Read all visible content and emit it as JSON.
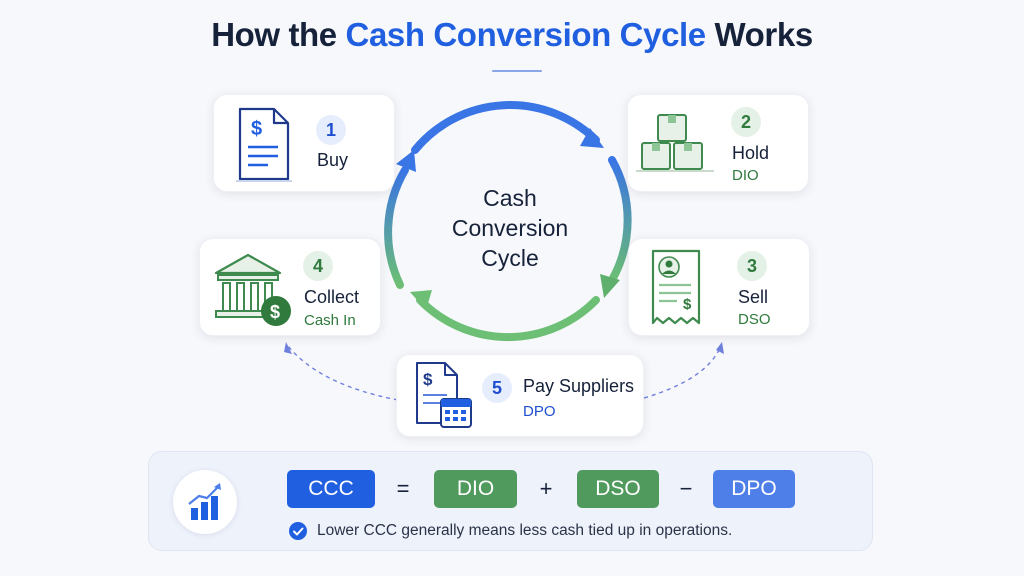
{
  "title": {
    "prefix": "How the ",
    "highlight": "Cash Conversion Cycle",
    "suffix": " Works"
  },
  "center_label": [
    "Cash",
    "Conversion",
    "Cycle"
  ],
  "steps": [
    {
      "number": "1",
      "label": "Buy",
      "sub": "",
      "color": "#1f4fd0"
    },
    {
      "number": "2",
      "label": "Hold",
      "sub": "DIO",
      "color": "#2f7a3c"
    },
    {
      "number": "3",
      "label": "Sell",
      "sub": "DSO",
      "color": "#2f7a3c"
    },
    {
      "number": "4",
      "label": "Collect",
      "sub": "Cash In",
      "color": "#2f7a3c"
    },
    {
      "number": "5",
      "label": "Pay Suppliers",
      "sub": "DPO",
      "color": "#1f4fd0"
    }
  ],
  "formula": {
    "terms": [
      {
        "text": "CCC",
        "color": "#1f5fe0"
      },
      {
        "text": "DIO",
        "color": "#4f9a5c"
      },
      {
        "text": "DSO",
        "color": "#4f9a5c"
      },
      {
        "text": "DPO",
        "color": "#4e7fe8"
      }
    ],
    "operators": [
      "=",
      "+",
      "−"
    ],
    "note": "Lower CCC generally means less cash tied up in operations."
  },
  "icons": {
    "buy": "invoice-dollar-icon",
    "hold": "boxes-icon",
    "sell": "receipt-icon",
    "collect": "bank-dollar-icon",
    "pay": "invoice-calendar-icon",
    "panel": "bar-chart-icon",
    "note": "check-circle-icon"
  },
  "colors": {
    "primary_blue": "#1f5fe0",
    "green": "#4f9a5c",
    "dark_text": "#16213a"
  }
}
